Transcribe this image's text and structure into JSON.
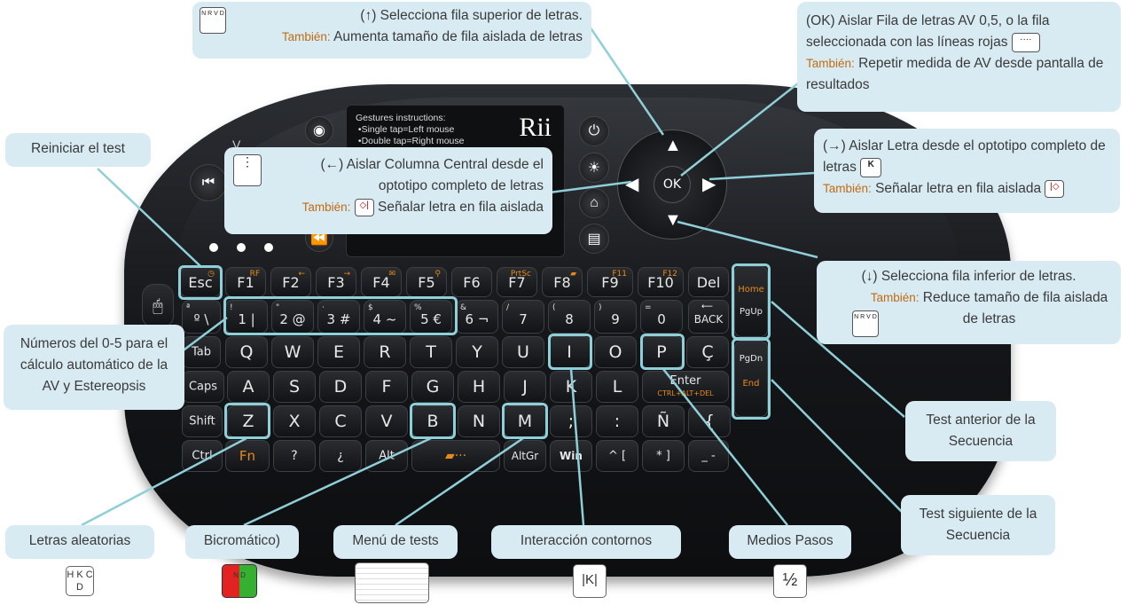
{
  "touchpad": {
    "gestures": "Gestures instructions:\n •Single tap=Left mouse\n •Double tap=Right mouse",
    "logo": "Rii"
  },
  "dpad": {
    "ok": "OK",
    "up": "▲",
    "down": "▼",
    "left": "◀",
    "right": "▶"
  },
  "keys": {
    "esc": "Esc",
    "f1": "F1",
    "f1_fn": "RF",
    "f2": "F2",
    "f3": "F3",
    "f4": "F4",
    "f5": "F5",
    "f6": "F6",
    "f7": "F7",
    "f7_fn": "PrtSc",
    "f8": "F8",
    "f9": "F9",
    "f9_fn": "F11",
    "f10": "F10",
    "f10_fn": "F12",
    "del": "Del",
    "row1": [
      {
        "main": "º \\",
        "sub": "ª"
      },
      {
        "main": "1 |",
        "sub": "!"
      },
      {
        "main": "2 @",
        "sub": "\""
      },
      {
        "main": "3 #",
        "sub": "·"
      },
      {
        "main": "4 ~",
        "sub": "$"
      },
      {
        "main": "5 €",
        "sub": "%"
      },
      {
        "main": "6 ¬",
        "sub": "&"
      },
      {
        "main": "7",
        "sub": "/"
      },
      {
        "main": "8",
        "sub": "("
      },
      {
        "main": "9",
        "sub": ")"
      },
      {
        "main": "0",
        "sub": "="
      }
    ],
    "back": "BACK",
    "home": "Home",
    "pgup": "PgUp",
    "pgdn": "PgDn",
    "end": "End",
    "row2": [
      "Q",
      "W",
      "E",
      "R",
      "T",
      "Y",
      "U",
      "I",
      "O",
      "P",
      "Ç"
    ],
    "tab": "Tab",
    "caps": "Caps",
    "row3": [
      "A",
      "S",
      "D",
      "F",
      "G",
      "H",
      "J",
      "K",
      "L"
    ],
    "enter": "Enter",
    "enter_fn": "CTRL+ALT+DEL",
    "shift": "Shift",
    "row4": [
      "Z",
      "X",
      "C",
      "V",
      "B",
      "N",
      "M",
      ";",
      ":",
      "Ñ",
      "{"
    ],
    "ctrl": "Ctrl",
    "fn": "Fn",
    "alt": "Alt",
    "altgr": "AltGr",
    "win": "Win",
    "row5_q": "?",
    "row5_q2": "¿"
  },
  "callouts": {
    "up": {
      "text": "(↑) Selecciona fila superior de letras.",
      "tam_label": "También:",
      "tam_text": "Aumenta tamaño de fila aislada de letras",
      "icon": "N R V D"
    },
    "ok": {
      "text": "(OK) Aislar Fila de letras AV 0,5, o la fila seleccionada con las líneas rojas",
      "tam_label": "También:",
      "tam_text": "Repetir medida de AV desde pantalla de resultados",
      "icon": "····"
    },
    "right": {
      "text": "(→) Aislar Letra desde el optotipo completo de letras",
      "tam_label": "También:",
      "tam_text": "Señalar letra en fila aislada",
      "icon": "K",
      "icon2": "|◇"
    },
    "left": {
      "text": "(←) Aislar Columna Central desde el optotipo completo de letras",
      "tam_label": "También:",
      "tam_text": "Señalar letra en fila aislada",
      "icon": "⋮",
      "icon2": "◇|"
    },
    "down": {
      "text": "(↓) Selecciona fila inferior de letras.",
      "tam_label": "También:",
      "tam_text": "Reduce tamaño de fila aislada de letras",
      "icon": "N R V D"
    },
    "reset": {
      "text": "Reiniciar el test"
    },
    "numbers": {
      "text": "Números del 0-5 para el cálculo automático de la AV y Estereopsis"
    },
    "prev": {
      "text": "Test anterior de la Secuencia"
    },
    "next": {
      "text": "Test siguiente de la Secuencia"
    }
  },
  "bottom": [
    {
      "label": "Letras aleatorias",
      "icon": "H K C D"
    },
    {
      "label": "Bicromático)",
      "icon": "N D"
    },
    {
      "label": "Menú de tests",
      "icon": ""
    },
    {
      "label": "Interacción contornos",
      "icon": "|K|"
    },
    {
      "label": "Medios Pasos",
      "icon": "½"
    }
  ],
  "colors": {
    "callout_bg": "#d8ebf2",
    "highlight": "#8fcfd8",
    "tambien": "#c36a12",
    "fn_orange": "#e78b18"
  }
}
